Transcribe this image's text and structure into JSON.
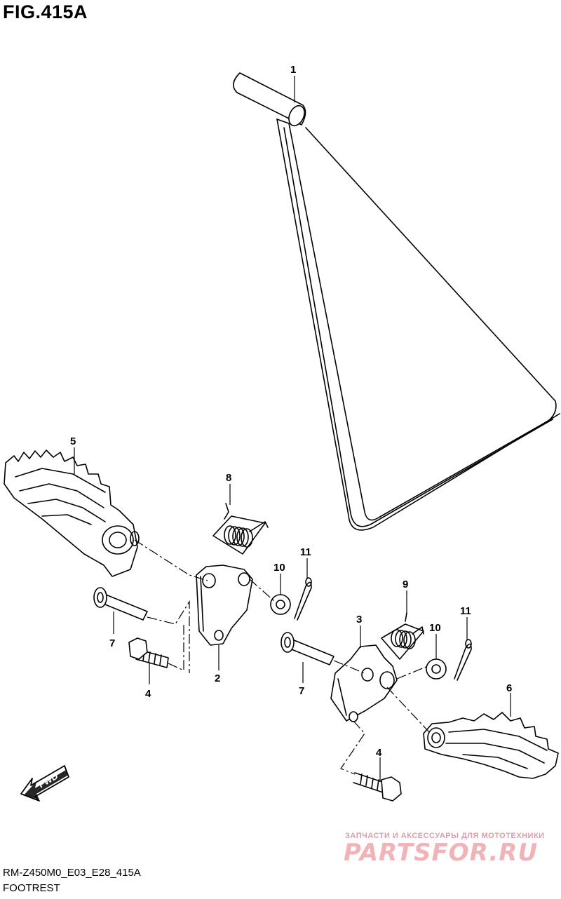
{
  "figure": {
    "title": "FIG.415A"
  },
  "callouts": {
    "c1": "1",
    "c2": "2",
    "c3": "3",
    "c4a": "4",
    "c4b": "4",
    "c5": "5",
    "c6": "6",
    "c7a": "7",
    "c7b": "7",
    "c8": "8",
    "c9": "9",
    "c10a": "10",
    "c10b": "10",
    "c11a": "11",
    "c11b": "11"
  },
  "direction_badge": {
    "label": "FWD",
    "icon": "arrow-left-icon"
  },
  "footer": {
    "code": "RM-Z450M0_E03_E28_415A",
    "caption": "FOOTREST"
  },
  "watermark": {
    "tagline": "ЗАПЧАСТИ И АКСЕССУАРЫ ДЛЯ МОТОТЕХНИКИ",
    "brand": "PARTSFOR.RU"
  }
}
